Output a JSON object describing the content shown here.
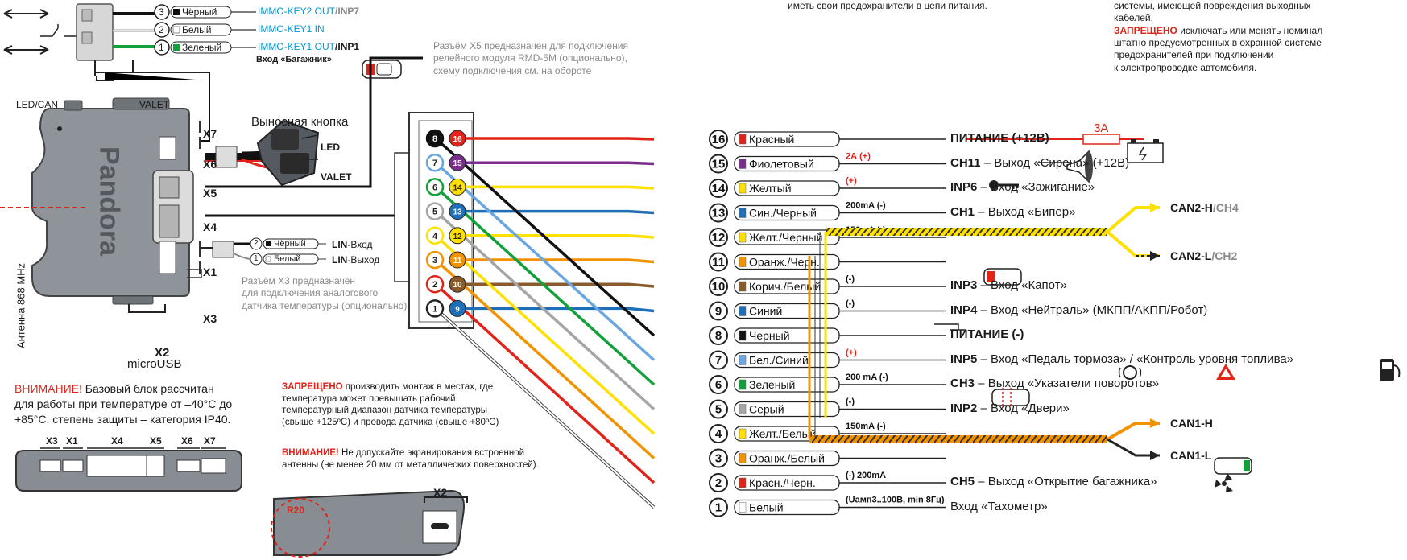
{
  "top_right": {
    "fuse_note": "иметь свои предохранители в цепи питания.",
    "sys_line1": "системы, имеющей повреждения выходных",
    "sys_line2": "кабелей.",
    "forbidden_label": "ЗАПРЕЩЕНО",
    "forbidden_text1": " исключать или менять номинал",
    "forbidden_text2": "штатно предусмотренных в охранной системе",
    "forbidden_text3": "предохранителей при подключении",
    "forbidden_text4": "к электропроводке автомобиля."
  },
  "immo": [
    {
      "num": "3",
      "color": "Чёрный",
      "label": "IMMO-KEY2 OUT",
      "suffix": "INP7"
    },
    {
      "num": "2",
      "color": "Белый",
      "label": "IMMO-KEY1 IN",
      "suffix": ""
    },
    {
      "num": "1",
      "color": "Зеленый",
      "label": "IMMO-KEY1 OUT",
      "suffix": "INP1"
    }
  ],
  "immo_trunk": "Вход «Багажник»",
  "x5_note": [
    "Разъём X5 предназначен для подключения",
    "релейного модуля RMD-5M (опционально),",
    "схему подключения см. на обороте"
  ],
  "unit": {
    "led_can": "LED/CAN",
    "valet": "VALET",
    "brand": "Pandora",
    "antenna": "Антенна 868 MHz",
    "x7": "X7",
    "x6": "X6",
    "x5": "X5",
    "x4": "X4",
    "x1": "X1",
    "x3": "X3",
    "x2": "X2",
    "microusb": "microUSB"
  },
  "button": {
    "title": "Выносная кнопка",
    "led": "LED",
    "valet": "VALET"
  },
  "lin": [
    {
      "num": "2",
      "color": "Чёрный",
      "bold": "LIN",
      "rest": "-Вход"
    },
    {
      "num": "1",
      "color": "Белый",
      "bold": "LIN",
      "rest": "-Выход"
    }
  ],
  "x3_note": [
    "Разъём X3 предназначен",
    "для подключения аналогового",
    "датчика температуры (опционально)"
  ],
  "warning_temp": {
    "label": "ВНИМАНИЕ!",
    "text": [
      " Базовый блок рассчитан",
      "для работы при температуре от –40°C до",
      "+85°C, степень защиты – категория IP40."
    ]
  },
  "forbidden_mount": {
    "label": "ЗАПРЕЩЕНО",
    "text": [
      " производить монтаж в местах, где",
      "температура может превышать рабочий",
      "температурный диапазон датчика температуры",
      "(свыше +125ºC) и провода датчика (свыше +80ºC)"
    ]
  },
  "warning_antenna": {
    "label": "ВНИМАНИЕ!",
    "text": [
      " Не допускайте экранирования встроенной",
      "антенны (не менее 20 мм от металлических поверхностей)."
    ]
  },
  "bottom_unit": {
    "labels": [
      "X3",
      "X1",
      "X4",
      "X5",
      "X6",
      "X7"
    ],
    "r20": "R20",
    "x2": "X2"
  },
  "connector_left": [
    "8",
    "7",
    "6",
    "5",
    "4",
    "3",
    "2",
    "1"
  ],
  "connector_right": [
    "16",
    "15",
    "14",
    "13",
    "12",
    "11",
    "10",
    "9"
  ],
  "wires": [
    {
      "num": "16",
      "color": "Красный",
      "hex": "#e2231a",
      "rating": "",
      "func": "ПИТАНИЕ (+12В)"
    },
    {
      "num": "15",
      "color": "Фиолетовый",
      "hex": "#7b2d8e",
      "rating": "2А (+)",
      "func": "CH11 – Выход «Сирена» (+12В)"
    },
    {
      "num": "14",
      "color": "Желтый",
      "hex": "#ffe000",
      "rating": "(+)",
      "func": "INP6 – Вход «Зажигание»"
    },
    {
      "num": "13",
      "color": "Син./Черный",
      "hex": "#1e6fb8",
      "rating": "200mA (-)",
      "func": "CH1 – Выход «Бипер»"
    },
    {
      "num": "12",
      "color": "Желт./Черный",
      "hex": "#ffe000",
      "rating": "150mA (-)",
      "func": ""
    },
    {
      "num": "11",
      "color": "Оранж./Черн.",
      "hex": "#f39200",
      "rating": "",
      "func": ""
    },
    {
      "num": "10",
      "color": "Корич./Белый",
      "hex": "#8b5a2b",
      "rating": "(-)",
      "func": "INP3 – Вход «Капот»"
    },
    {
      "num": "9",
      "color": "Синий",
      "hex": "#1e6fb8",
      "rating": "(-)",
      "func": "INP4 – Вход «Нейтраль» (МКПП/АКПП/Робот)"
    },
    {
      "num": "8",
      "color": "Черный",
      "hex": "#111111",
      "rating": "",
      "func": "ПИТАНИЕ (-)"
    },
    {
      "num": "7",
      "color": "Бел./Синий",
      "hex": "#6aa6e0",
      "rating": "(+)",
      "func": "INP5 – Вход «Педаль тормоза»  / «Контроль уровня топлива»"
    },
    {
      "num": "6",
      "color": "Зеленый",
      "hex": "#12a03b",
      "rating": "200 mA (-)",
      "func": "CH3 – Выход «Указатели поворотов»"
    },
    {
      "num": "5",
      "color": "Серый",
      "hex": "#a5a5a5",
      "rating": "(-)",
      "func": "INP2 – Вход «Двери»"
    },
    {
      "num": "4",
      "color": "Желт./Белый",
      "hex": "#ffe000",
      "rating": "150mA (-)",
      "func": ""
    },
    {
      "num": "3",
      "color": "Оранж./Белый",
      "hex": "#f39200",
      "rating": "",
      "func": ""
    },
    {
      "num": "2",
      "color": "Красн./Черн.",
      "hex": "#e2231a",
      "rating": "(-) 200mA",
      "func": "CH5 – Выход «Открытие багажника»"
    },
    {
      "num": "1",
      "color": "Белый",
      "hex": "#ffffff",
      "rating": "(Uамп3..100В, min 8Гц)",
      "func": "Вход «Тахометр»"
    }
  ],
  "fuse": "3А",
  "can": {
    "can2h": "CAN2-H",
    "ch4": "CH4",
    "can2l": "CAN2-L",
    "ch2": "CH2",
    "can1h": "CAN1-H",
    "can1l": "CAN1-L"
  }
}
